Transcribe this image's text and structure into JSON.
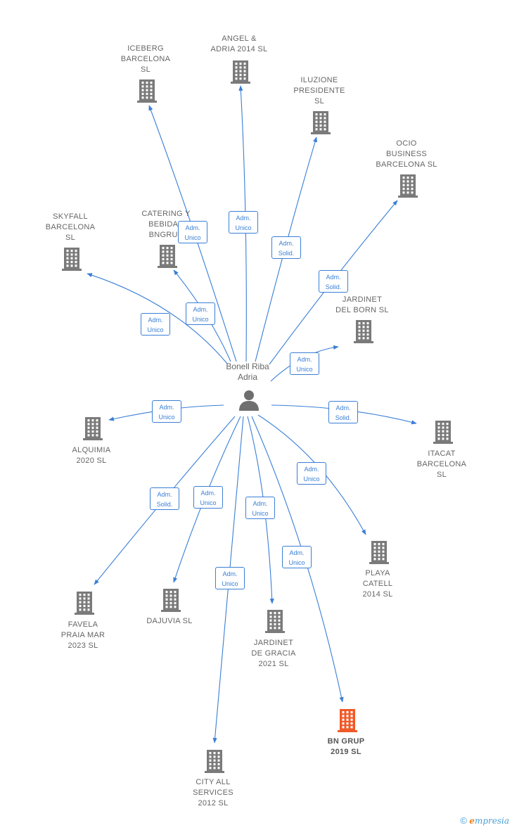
{
  "person": {
    "name_lines": [
      "Bonell Riba",
      "Adria"
    ]
  },
  "colors": {
    "edge": "#3a7fd6",
    "node": "#7a7a7a",
    "highlight": "#f05a28"
  },
  "companies": [
    {
      "id": "iceberg",
      "lines": [
        "ICEBERG",
        "BARCELONA",
        "SL"
      ],
      "highlight": false
    },
    {
      "id": "angel-adria",
      "lines": [
        "ANGEL &",
        "ADRIA 2014  SL"
      ],
      "highlight": false
    },
    {
      "id": "iluzione",
      "lines": [
        "ILUZIONE",
        "PRESIDENTE",
        "SL"
      ],
      "highlight": false
    },
    {
      "id": "ocio",
      "lines": [
        "OCIO",
        "BUSINESS",
        "BARCELONA SL"
      ],
      "highlight": false
    },
    {
      "id": "skyfall",
      "lines": [
        "SKYFALL",
        "BARCELONA",
        "SL"
      ],
      "highlight": false
    },
    {
      "id": "catering",
      "lines": [
        "CATERING Y",
        "BEBIDAS",
        "BNGRUP"
      ],
      "highlight": false
    },
    {
      "id": "jardinet-born",
      "lines": [
        "JARDINET",
        "DEL BORN  SL"
      ],
      "highlight": false
    },
    {
      "id": "alquimia",
      "lines": [
        "ALQUIMIA",
        "2020  SL"
      ],
      "highlight": false
    },
    {
      "id": "itacat",
      "lines": [
        "ITACAT",
        "BARCELONA",
        "SL"
      ],
      "highlight": false
    },
    {
      "id": "playa-catell",
      "lines": [
        "PLAYA",
        "CATELL",
        "2014  SL"
      ],
      "highlight": false
    },
    {
      "id": "favela",
      "lines": [
        "FAVELA",
        "PRAIA MAR",
        "2023  SL"
      ],
      "highlight": false
    },
    {
      "id": "dajuvia",
      "lines": [
        "DAJUVIA  SL"
      ],
      "highlight": false
    },
    {
      "id": "jardinet-gracia",
      "lines": [
        "JARDINET",
        "DE GRACIA",
        "2021  SL"
      ],
      "highlight": false
    },
    {
      "id": "bn-grup",
      "lines": [
        "BN GRUP",
        "2019  SL"
      ],
      "highlight": true
    },
    {
      "id": "city-all",
      "lines": [
        "CITY ALL",
        "SERVICES",
        "2012 SL"
      ],
      "highlight": false
    }
  ],
  "edges": [
    {
      "target": "iceberg",
      "role": [
        "Adm.",
        "Unico"
      ]
    },
    {
      "target": "angel-adria",
      "role": [
        "Adm.",
        "Unico"
      ]
    },
    {
      "target": "iluzione",
      "role": [
        "Adm.",
        "Solid."
      ]
    },
    {
      "target": "ocio",
      "role": [
        "Adm.",
        "Solid."
      ]
    },
    {
      "target": "skyfall",
      "role": [
        "Adm.",
        "Unico"
      ]
    },
    {
      "target": "catering",
      "role": [
        "Adm.",
        "Unico"
      ]
    },
    {
      "target": "jardinet-born",
      "role": [
        "Adm.",
        "Unico"
      ]
    },
    {
      "target": "alquimia",
      "role": [
        "Adm.",
        "Unico"
      ]
    },
    {
      "target": "itacat",
      "role": [
        "Adm.",
        "Solid."
      ]
    },
    {
      "target": "playa-catell",
      "role": [
        "Adm.",
        "Unico"
      ]
    },
    {
      "target": "favela",
      "role": [
        "Adm.",
        "Solid."
      ]
    },
    {
      "target": "dajuvia",
      "role": [
        "Adm.",
        "Unico"
      ]
    },
    {
      "target": "jardinet-gracia",
      "role": [
        "Adm.",
        "Unico"
      ]
    },
    {
      "target": "bn-grup",
      "role": [
        "Adm.",
        "Unico"
      ]
    },
    {
      "target": "city-all",
      "role": [
        "Adm.",
        "Unico"
      ]
    }
  ],
  "footer": {
    "copyright": "©",
    "brand_first": "e",
    "brand_rest": "mpresia"
  }
}
